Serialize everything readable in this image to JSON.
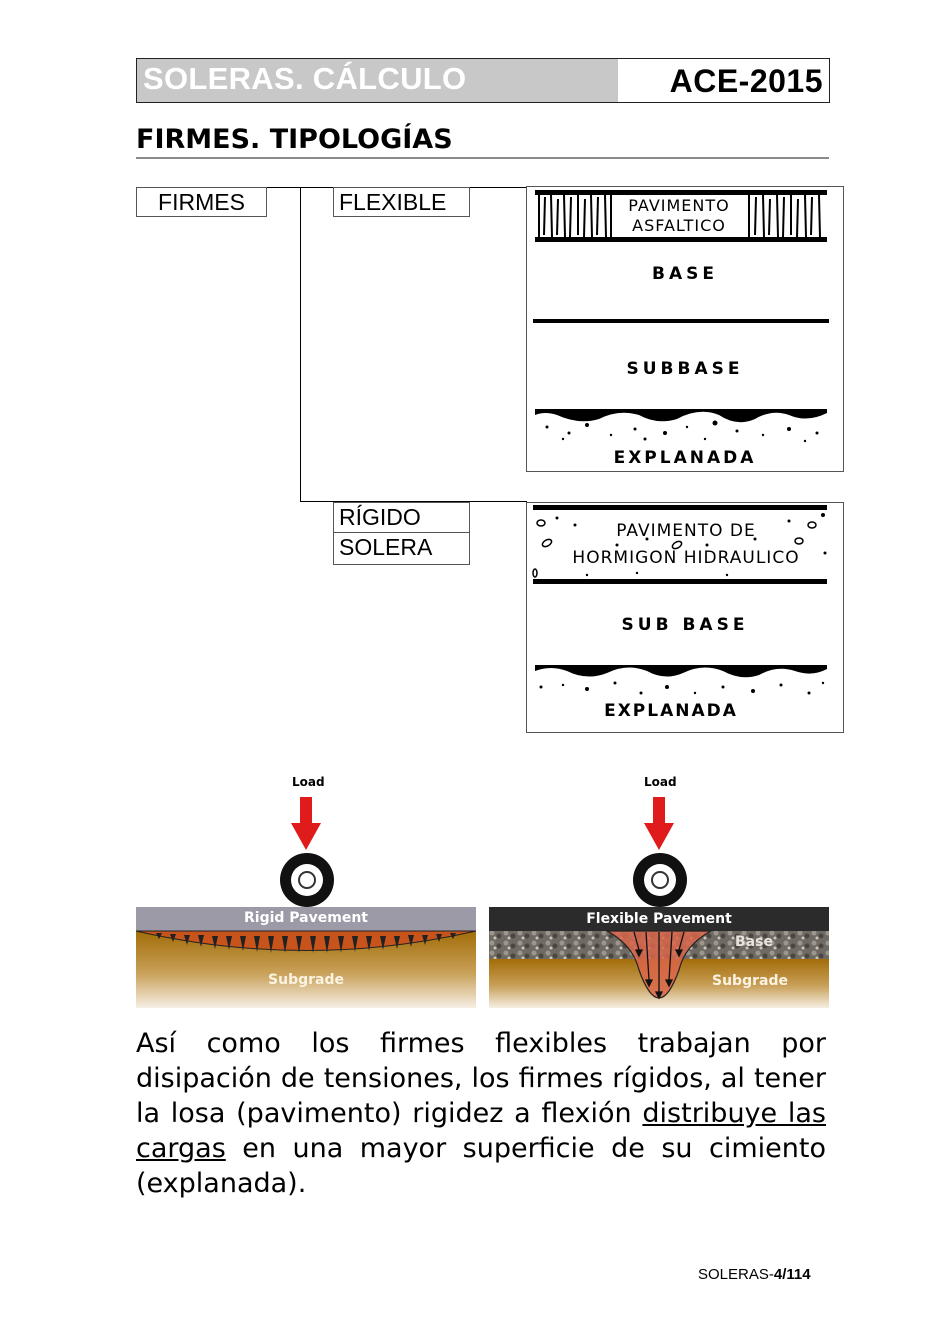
{
  "header": {
    "title": "SOLERAS.  CÁLCULO",
    "code": "ACE-2015"
  },
  "section": {
    "title": "FIRMES. TIPOLOGÍAS"
  },
  "classification": {
    "root": "FIRMES",
    "types": [
      {
        "label": "FLEXIBLE"
      },
      {
        "label": "RÍGIDO",
        "sub_label": "SOLERA"
      }
    ]
  },
  "flexible_section": {
    "layers": [
      "PAVIMENTO",
      "ASFALTICO",
      "BASE",
      "SUBBASE",
      "EXPLANADA"
    ]
  },
  "rigid_section": {
    "layers": [
      "PAVIMENTO DE",
      "HORMIGON HIDRAULICO",
      "SUB BASE",
      "EXPLANADA"
    ]
  },
  "diagrams": {
    "rigid": {
      "load_label": "Load",
      "pavement_label": "Rigid Pavement",
      "subgrade_label": "Subgrade",
      "colors": {
        "load_arrow": "#e01b1b",
        "pavement": "#9b9aa6",
        "subgrade": "#a9720f",
        "stress": "#c8541c"
      }
    },
    "flexible": {
      "load_label": "Load",
      "pavement_label": "Flexible Pavement",
      "base_label": "Base",
      "subgrade_label": "Subgrade",
      "colors": {
        "load_arrow": "#e01b1b",
        "pavement": "#2b2b2b",
        "subgrade": "#a9720f",
        "stress": "#d9664a"
      }
    }
  },
  "paragraph": {
    "part1": "Así como los firmes flexibles trabajan por disipación de tensiones, los firmes rígidos, al tener la losa (pavimento) rigidez a flexión ",
    "underlined": "distribuye las cargas",
    "part2": " en una mayor superficie de su cimiento (explanada)."
  },
  "footer": {
    "prefix": "SOLERAS-",
    "page": "4/114"
  }
}
